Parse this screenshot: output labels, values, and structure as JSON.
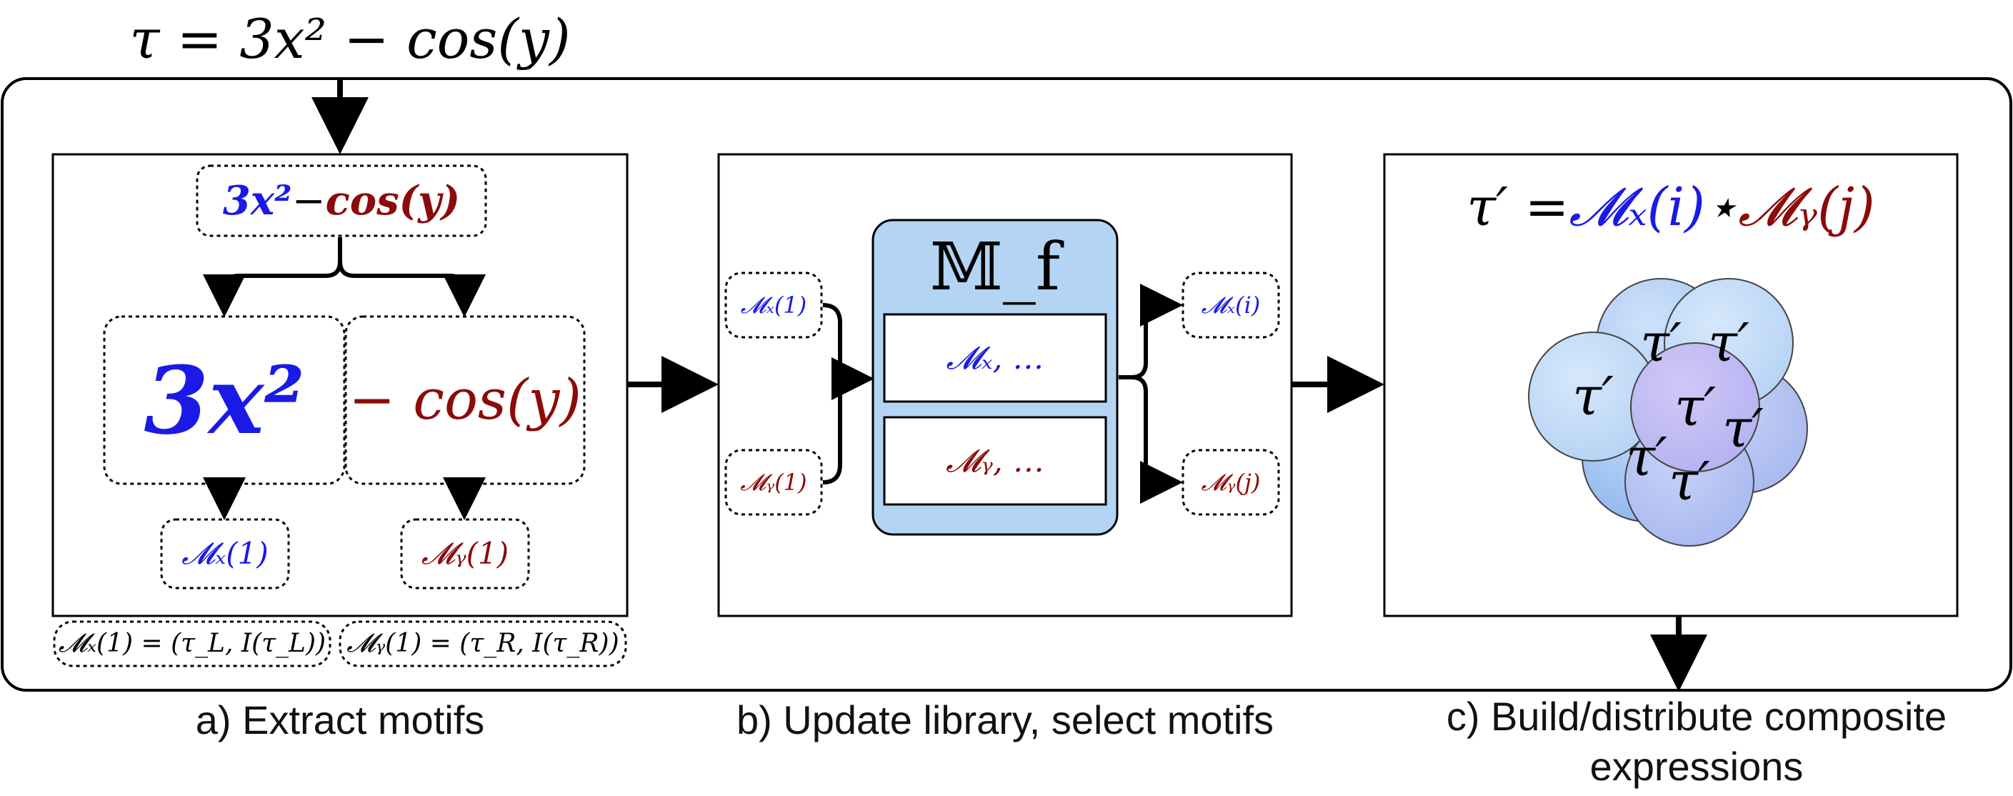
{
  "input_equation": "τ = 3x² − cos(y)",
  "panel_a": {
    "top_expression": {
      "left": "3x²",
      "op": " − ",
      "right": "cos(y)"
    },
    "left_part": "3x²",
    "right_part": "− cos(y)",
    "motif_x": "𝓜ₓ(1)",
    "motif_y": "𝓜ᵧ(1)",
    "def_x": "𝓜ₓ(1) = (τ_L, I(τ_L))",
    "def_y": "𝓜ᵧ(1) = (τ_R, I(τ_R))",
    "caption": "a) Extract motifs"
  },
  "panel_b": {
    "in_x": "𝓜ₓ(1)",
    "in_y": "𝓜ᵧ(1)",
    "library_title": "𝕄_f",
    "library_row_x": "𝓜ₓ, …",
    "library_row_y": "𝓜ᵧ, …",
    "out_x": "𝓜ₓ(i)",
    "out_y": "𝓜ᵧ(j)",
    "caption": "b) Update library, select motifs"
  },
  "panel_c": {
    "formula": {
      "lhs": "τ′ = ",
      "x": "𝓜ₓ(i)",
      "op": " ⋆ ",
      "y": "𝓜ᵧ(j)"
    },
    "cluster_label": "τ′",
    "caption": "c) Build/distribute composite expressions"
  },
  "colors": {
    "x_motif": "#1a1ae6",
    "y_motif": "#8b0a0a",
    "library_fill": "#b3d4f2"
  }
}
